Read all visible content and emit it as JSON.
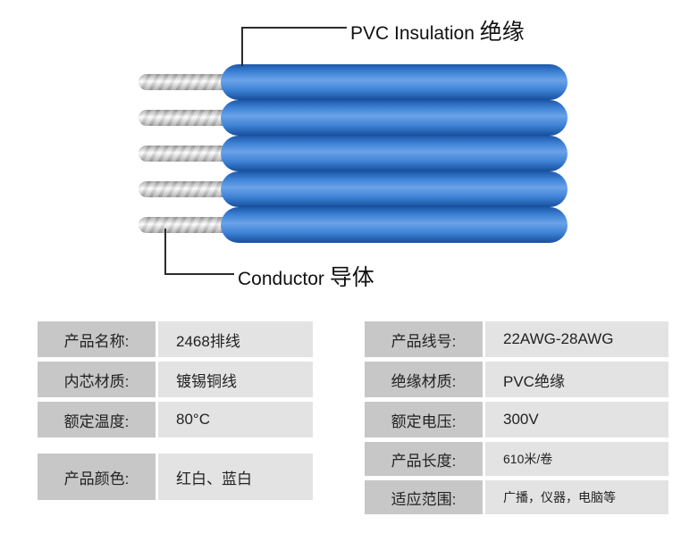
{
  "diagram": {
    "wire_count": 5,
    "labels": {
      "insulation_en": "PVC Insulation",
      "insulation_zh": "绝缘",
      "conductor_en": "Conductor",
      "conductor_zh": "导体"
    },
    "colors": {
      "insulation_blue": "#3e82d6",
      "insulation_blue_dark": "#1c57a8",
      "conductor_silver": "#d9d9d9",
      "table_label_bg": "#c7c7c7",
      "table_value_bg": "#e3e3e3",
      "callout_line": "#2b2b2b"
    }
  },
  "spec_table": {
    "left": [
      {
        "label": "产品名称:",
        "value": "2468排线"
      },
      {
        "label": "内芯材质:",
        "value": "镀锡铜线"
      },
      {
        "label": "额定温度:",
        "value": "80°C"
      },
      {
        "label": "产品颜色:",
        "value": "红白、蓝白"
      }
    ],
    "right": [
      {
        "label": "产品线号:",
        "value": "22AWG-28AWG"
      },
      {
        "label": "绝缘材质:",
        "value": "PVC绝缘"
      },
      {
        "label": "额定电压:",
        "value": "300V"
      },
      {
        "label": "产品长度:",
        "value": "610米/卷"
      },
      {
        "label": "适应范围:",
        "value": "广播，仪器，电脑等"
      }
    ]
  }
}
